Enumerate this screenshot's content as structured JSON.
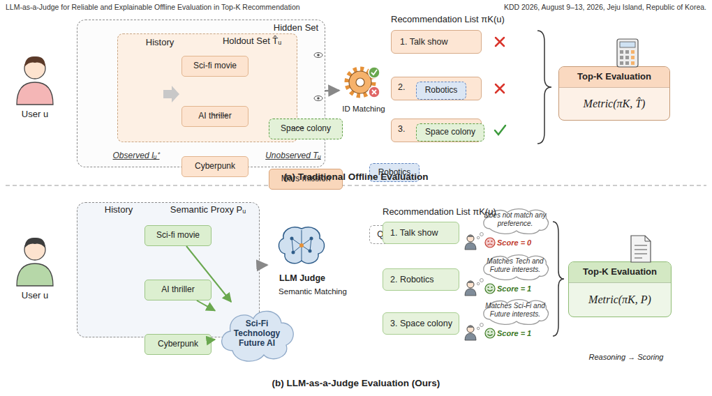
{
  "diagram": {
    "nodes": [
      {
        "text": [
          "Hidden Set",
          "Observed Iᵤ⁺",
          "Unobserved Tᵤ"
        ]
      },
      {
        "text": [
          "History",
          "Holdout Set T̂ᵤ"
        ],
        "in": 0
      },
      {
        "text": [
          "Sci-fi movie"
        ],
        "in": 1
      },
      {
        "text": [
          "AI thriller"
        ],
        "in": 1
      },
      {
        "text": [
          "Cyberpunk"
        ],
        "in": 1
      },
      {
        "text": [
          "Space colony"
        ],
        "in": 1
      },
      {
        "text": [
          "Mars mission"
        ],
        "in": 1
      },
      {
        "text": [
          "Robotics"
        ],
        "in": 0
      },
      {
        "text": [
          "Quantum"
        ],
        "in": 0
      },
      {
        "text": [
          "ID Matching"
        ]
      },
      {
        "text": [
          "1. Talk show"
        ]
      },
      {
        "text": [
          "2."
        ]
      },
      {
        "text": [
          "Robotics"
        ],
        "in": 11
      },
      {
        "text": [
          "3."
        ]
      },
      {
        "text": [
          "Space colony"
        ],
        "in": 13
      },
      {
        "text": [
          "Top-K Evaluation",
          "Metric(πK, T̂)"
        ]
      },
      {
        "text": [
          "History",
          "Semantic Proxy Pᵤ"
        ]
      },
      {
        "text": [
          "Sci-fi movie"
        ],
        "in": 16
      },
      {
        "text": [
          "AI thriller"
        ],
        "in": 16
      },
      {
        "text": [
          "Cyberpunk"
        ],
        "in": 16
      },
      {
        "text": [
          "Sci-Fi Technology Future AI"
        ],
        "in": 16
      },
      {
        "text": [
          "LLM Judge",
          "Semantic Matching"
        ]
      },
      {
        "text": [
          "1. Talk show"
        ]
      },
      {
        "text": [
          "2. Robotics"
        ]
      },
      {
        "text": [
          "3. Space colony"
        ]
      },
      {
        "text": [
          "Does not match any preference.",
          "Score = 0"
        ]
      },
      {
        "text": [
          "Matches Tech and Future interests.",
          "Score = 1"
        ]
      },
      {
        "text": [
          "Matches Sci-Fi and Future interests.",
          "Score = 1"
        ]
      },
      {
        "text": [
          "Top-K Evaluation",
          "Metric(πK, P)"
        ]
      }
    ],
    "edges": [
      {
        "from": 0,
        "to": 9,
        "arrow": "to"
      },
      {
        "from": 17,
        "to": 20,
        "arrow": "to"
      },
      {
        "from": 18,
        "to": 20,
        "arrow": "to"
      },
      {
        "from": 19,
        "to": 20,
        "arrow": "to"
      },
      {
        "from": 16,
        "to": 21,
        "arrow": "to"
      }
    ],
    "labels": [
      "LLM-as-a-Judge for Reliable and Explainable Offline Evaluation in Top-K Recommendation",
      "KDD 2026, August 9–13, 2026, Jeju Island, Republic of Korea.",
      "User u",
      "......",
      "......",
      "Recommendation List πK(u)",
      "(a) Traditional Offline Evaluation",
      "User u",
      "Recommendation List πK(u)",
      "Reasoning → Scoring",
      "(b) LLM-as-a-Judge Evaluation (Ours)"
    ]
  }
}
